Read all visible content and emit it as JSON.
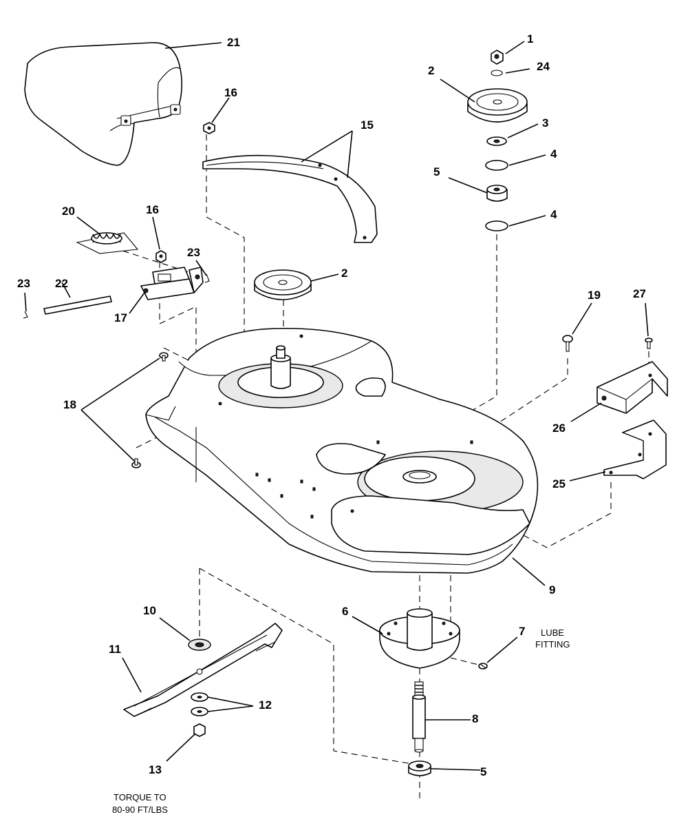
{
  "callouts": {
    "c1": "1",
    "c2a": "2",
    "c2b": "2",
    "c3": "3",
    "c4a": "4",
    "c4b": "4",
    "c5a": "5",
    "c5b": "5",
    "c6": "6",
    "c7": "7",
    "c8": "8",
    "c9": "9",
    "c10": "10",
    "c11": "11",
    "c12": "12",
    "c13": "13",
    "c15": "15",
    "c16a": "16",
    "c16b": "16",
    "c17": "17",
    "c18": "18",
    "c19": "19",
    "c20": "20",
    "c21": "21",
    "c22": "22",
    "c23a": "23",
    "c23b": "23",
    "c24": "24",
    "c25": "25",
    "c26": "26",
    "c27": "27"
  },
  "notes": {
    "lube_line1": "LUBE",
    "lube_line2": "FITTING",
    "torque_line1": "TORQUE TO",
    "torque_line2": "80-90 FT/LBS"
  }
}
